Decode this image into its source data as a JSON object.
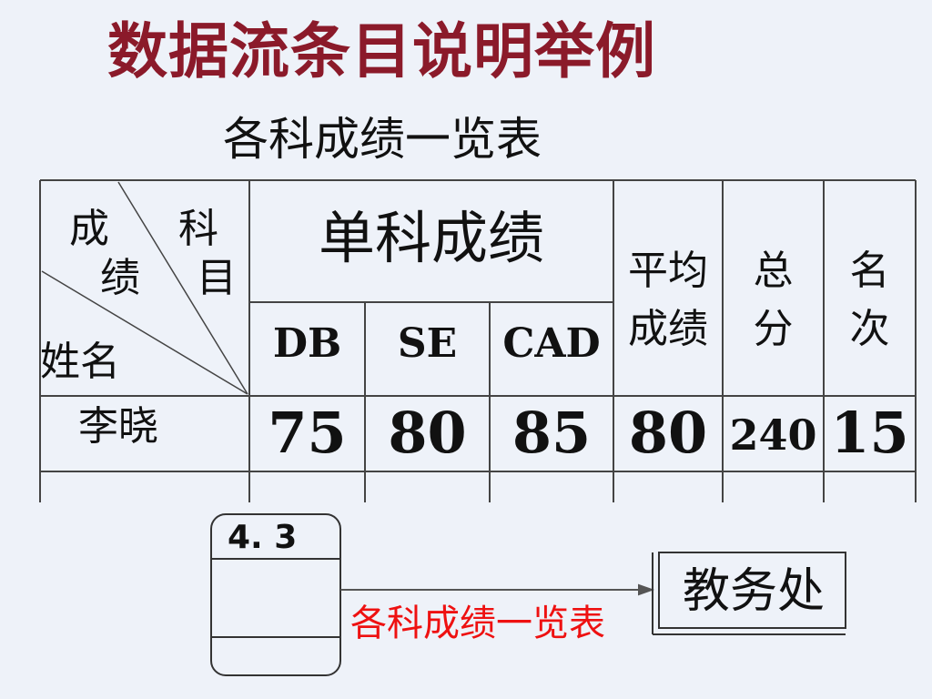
{
  "title": "数据流条目说明举例",
  "subtitle": "各科成绩一览表",
  "table": {
    "corner": {
      "top_right_line1": "科",
      "top_right_line2": "目",
      "top_left_line1": "成",
      "top_left_line2": "绩",
      "bottom_left": "姓名"
    },
    "group_header": "单科成绩",
    "subjects": [
      "DB",
      "SE",
      "CAD"
    ],
    "avg_header_line1": "平均",
    "avg_header_line2": "成绩",
    "total_header_line1": "总",
    "total_header_line2": "分",
    "rank_header_line1": "名",
    "rank_header_line2": "次",
    "row": {
      "name": "李晓",
      "db": "75",
      "se": "80",
      "cad": "85",
      "avg": "80",
      "total": "240",
      "rank": "15"
    }
  },
  "process": {
    "id": "4. 3"
  },
  "flow_label": "各科成绩一览表",
  "entity": "教务处",
  "colors": {
    "title": "#8b1a2a",
    "flow_label": "#ee1111",
    "background": "#eef2f9"
  }
}
